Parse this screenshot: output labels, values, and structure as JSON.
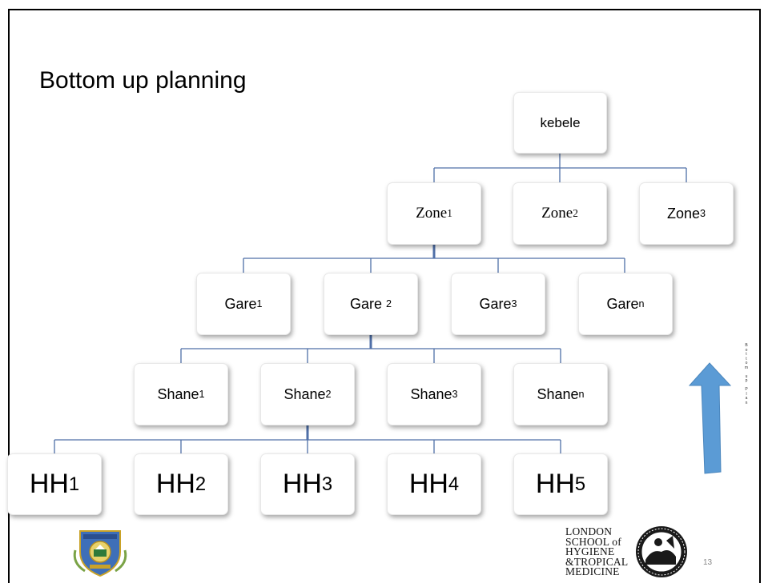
{
  "title": "Bottom up planning",
  "nodes": {
    "kebele": "kebele",
    "zones": [
      {
        "base": "Zone",
        "sub": "1"
      },
      {
        "base": "Zone",
        "sub": "2"
      },
      {
        "base": "Zone",
        "sub": "3"
      }
    ],
    "gares": [
      {
        "base": "Gare",
        "sub": "1"
      },
      {
        "base": "Gare ",
        "sub": "2"
      },
      {
        "base": "Gare",
        "sub": "3"
      },
      {
        "base": "Gare",
        "sub": "n"
      }
    ],
    "shanes": [
      {
        "base": "Shane",
        "sub": "1"
      },
      {
        "base": "Shane",
        "sub": "2"
      },
      {
        "base": "Shane",
        "sub": "3"
      },
      {
        "base": "Shane",
        "sub": "n"
      }
    ],
    "households": [
      {
        "base": "HH",
        "sub": "1"
      },
      {
        "base": "HH",
        "sub": "2"
      },
      {
        "base": "HH",
        "sub": "3"
      },
      {
        "base": "HH",
        "sub": "4"
      },
      {
        "base": "HH",
        "sub": "5"
      }
    ]
  },
  "arrow_caption": "Bottom up Plan",
  "arrow_color": "#5b9bd5",
  "connector_color": "#4f6fa8",
  "page_number": "13",
  "logos": {
    "left": "Jimma University",
    "right_text": [
      "LONDON",
      "SCHOOL of",
      "HYGIENE",
      "&TROPICAL",
      "MEDICINE"
    ]
  }
}
